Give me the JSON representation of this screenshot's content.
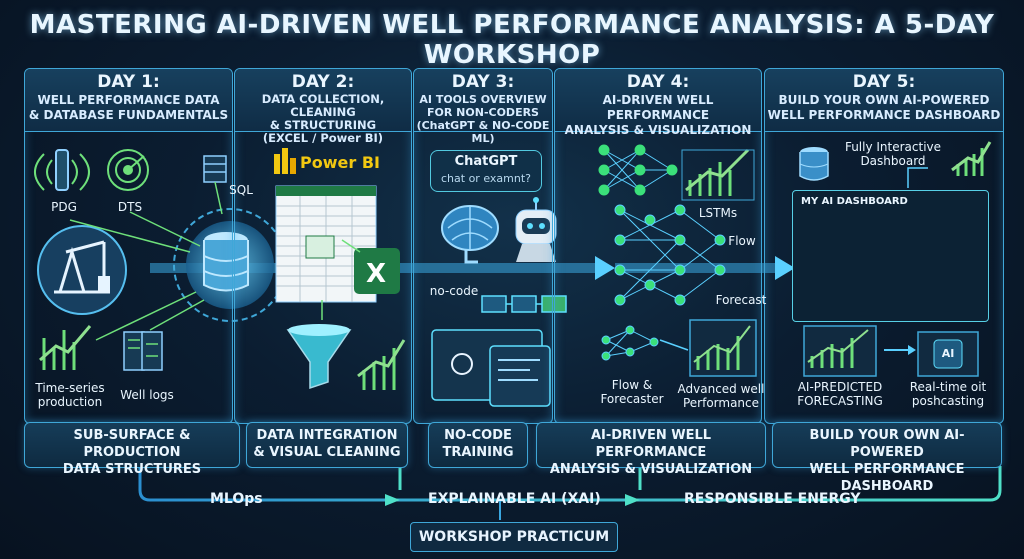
{
  "title": "MASTERING AI-DRIVEN WELL PERFORMANCE ANALYSIS: A 5-DAY WORKSHOP",
  "days": [
    {
      "day": "DAY 1:",
      "sub1": "WELL PERFORMANCE DATA",
      "sub2": "& DATABASE FUNDAMENTALS",
      "sub3": "",
      "foot1": "SUB-SURFACE & PRODUCTION",
      "foot2": "DATA STRUCTURES"
    },
    {
      "day": "DAY 2:",
      "sub1": "DATA COLLECTION, CLEANING",
      "sub2": "& STRUCTURING",
      "sub3": "(EXCEL / Power BI)",
      "foot1": "DATA INTEGRATION",
      "foot2": "& VISUAL CLEANING"
    },
    {
      "day": "DAY 3:",
      "sub1": "AI TOOLS OVERVIEW",
      "sub2": "FOR NON-CODERS",
      "sub3": "(ChatGPT & NO-CODE ML)",
      "foot1": "NO-CODE",
      "foot2": "TRAINING"
    },
    {
      "day": "DAY 4:",
      "sub1": "AI-DRIVEN WELL PERFORMANCE",
      "sub2": "ANALYSIS & VISUALIZATION",
      "sub3": "",
      "foot1": "AI-DRIVEN WELL PERFORMANCE",
      "foot2": "ANALYSIS & VISUALIZATION"
    },
    {
      "day": "DAY 5:",
      "sub1": "BUILD YOUR OWN AI-POWERED",
      "sub2": "WELL PERFORMANCE DASHBOARD",
      "sub3": "",
      "foot1": "BUILD YOUR OWN AI-POWERED",
      "foot2": "WELL PERFORMANCE DASHBOARD"
    }
  ],
  "labels": {
    "pdg": "PDG",
    "dts": "DTS",
    "sql": "SQL",
    "timeseries1": "Time-series",
    "timeseries2": "production",
    "welllogs": "Well logs",
    "powerbi": "Power BI",
    "chatgpt": "ChatGPT",
    "chatprompt": "chat or examnt?",
    "nocode": "no-code",
    "lstms": "LSTMs",
    "flow": "Flow",
    "forecast": "Forecast",
    "flowforecaster1": "Flow &",
    "flowforecaster2": "Forecaster",
    "advanced1": "Advanced well",
    "advanced2": "Performance",
    "interactive1": "Fully Interactive",
    "interactive2": "Dashboard",
    "mydashboard": "MY AI DASHBOARD",
    "predicted1": "AI-PREDICTED",
    "predicted2": "FORECASTING",
    "realtime1": "Real-time oit",
    "realtime2": "poshcasting",
    "ai_chip": "AI"
  },
  "bottom": {
    "mlops": "MLOps",
    "xai": "EXPLAINABLE AI (XAI)",
    "energy": "RESPONSIBLE ENERGY",
    "practicum": "WORKSHOP PRACTICUM"
  }
}
